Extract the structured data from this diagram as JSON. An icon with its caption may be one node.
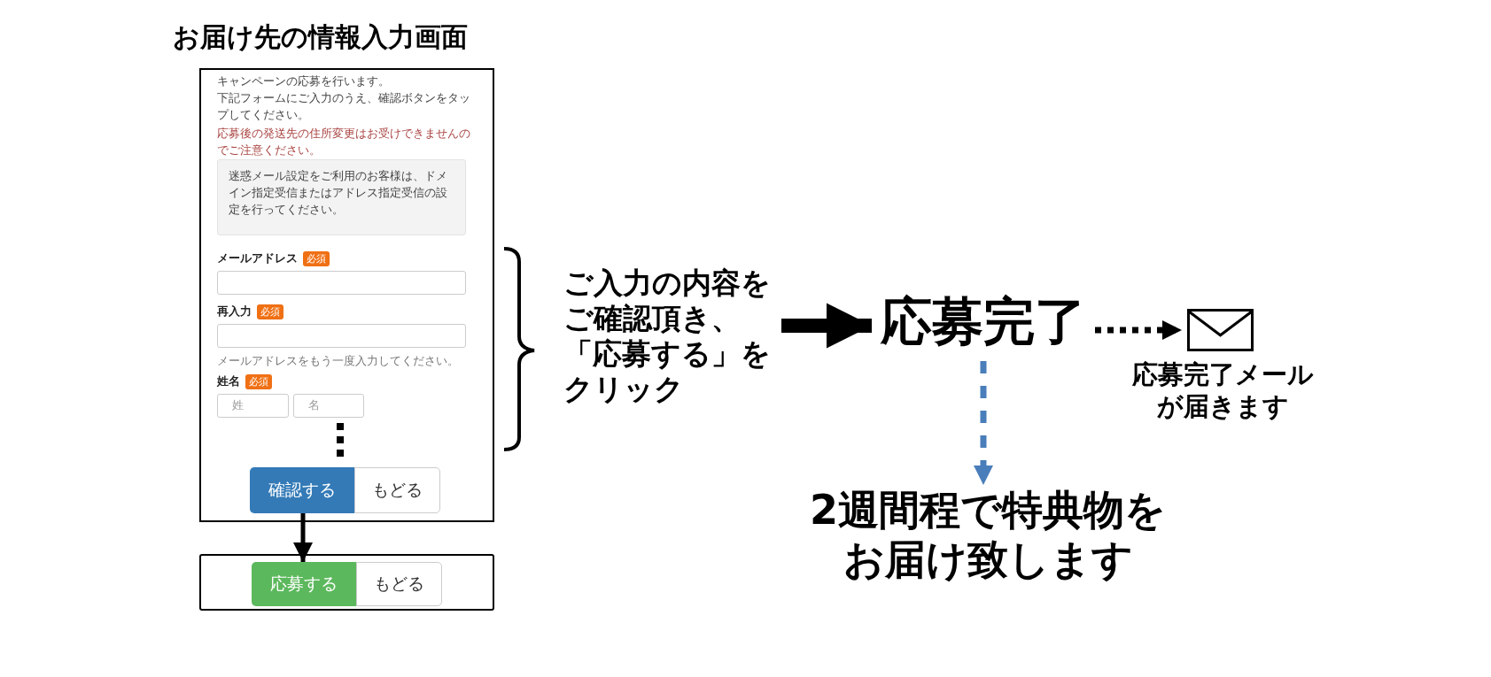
{
  "diagram": {
    "nodes": [
      {
        "text": [
          "お届け先の情報入力画面"
        ]
      },
      {
        "text": [
          "迷惑メール設定をご利用のお客様は、ドメイン指定受信またはアドレス指定受信の設定を行ってください。"
        ],
        "in": 0
      },
      {
        "text": [],
        "shape": "box",
        "in": 0
      },
      {
        "text": [],
        "shape": "box",
        "in": 0
      },
      {
        "text": [
          "姓"
        ],
        "in": 0
      },
      {
        "text": [
          "名"
        ],
        "in": 0
      },
      {
        "text": [
          "確認する"
        ],
        "in": 0
      },
      {
        "text": [
          "もどる"
        ],
        "in": 0
      },
      {
        "text": [],
        "shape": "box"
      },
      {
        "text": [
          "応募する"
        ],
        "in": 8
      },
      {
        "text": [
          "もどる"
        ],
        "in": 8
      },
      {
        "text": [
          "ご入力の内容をご確認頂き、「応募する」をクリック"
        ]
      },
      {
        "text": [
          "応募完了"
        ]
      },
      {
        "text": [],
        "shape": "envelope",
        "beside": [
          "応募完了メールが届きます"
        ]
      },
      {
        "text": [
          "2週間程で特典物をお届け致します"
        ]
      }
    ],
    "edges": [
      {
        "from": 6,
        "to": 9,
        "arrow": "to"
      },
      {
        "from": 11,
        "to": 12,
        "arrow": "to",
        "style": "thick"
      },
      {
        "from": 12,
        "to": 13,
        "arrow": "to",
        "style": "dashed"
      },
      {
        "from": 12,
        "to": 14,
        "arrow": "to",
        "style": "dashed",
        "color": "#4a7ebb"
      }
    ],
    "labels": [
      "キャンペーンの応募を行います。",
      "下記フォームにご入力のうえ、確認ボタンをタップしてください。",
      "応募後の発送先の住所変更はお受けできませんのでご注意ください。",
      "メールアドレス",
      "必須",
      "再入力",
      "必須",
      "メールアドレスをもう一度入力してください。",
      "姓名",
      "必須"
    ]
  }
}
